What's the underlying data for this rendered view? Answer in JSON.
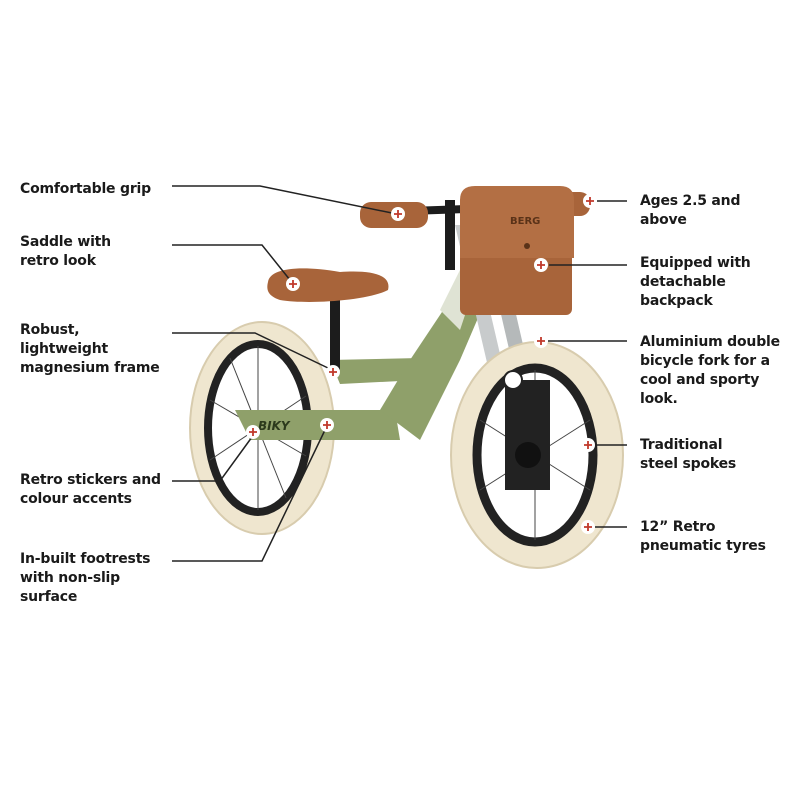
{
  "annotations": {
    "left": [
      {
        "text": "Comfortable grip"
      },
      {
        "text": "Saddle with\nretro look"
      },
      {
        "text": "Robust,\nlightweight\nmagnesium frame"
      },
      {
        "text": "Retro stickers and\ncolour accents"
      },
      {
        "text": "In-built footrests\nwith non-slip\nsurface"
      }
    ],
    "right": [
      {
        "text": "Ages 2.5 and\nabove"
      },
      {
        "text": "Equipped with\ndetachable\nbackpack"
      },
      {
        "text": "Aluminium double\nbicycle fork for a\ncool and sporty\nlook."
      },
      {
        "text": "Traditional\nsteel spokes"
      },
      {
        "text": "12” Retro\npneumatic tyres"
      }
    ]
  },
  "product": {
    "brand_logo": "BERG",
    "frame_sticker": "BIKY"
  },
  "colors": {
    "frame": "#8fa06a",
    "leather": "#a8643a",
    "tyre": "#efe6cf",
    "marker": "#c0392b",
    "text": "#1a1a1a"
  }
}
